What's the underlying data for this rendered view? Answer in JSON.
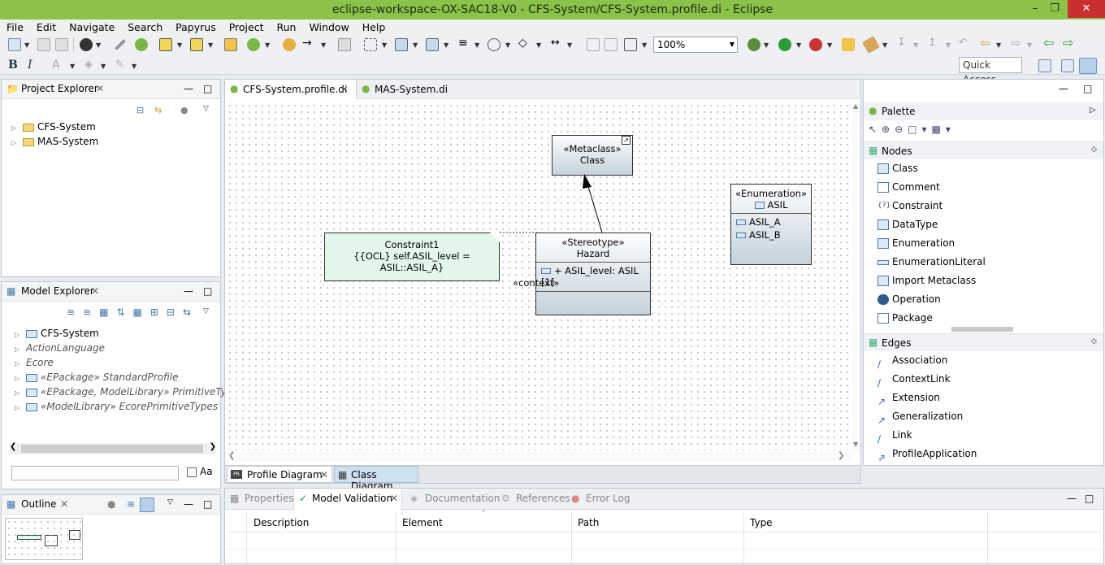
{
  "window": {
    "title": "eclipse-workspace-OX-SAC18-V0 - CFS-System/CFS-System.profile.di - Eclipse"
  },
  "menu": [
    "File",
    "Edit",
    "Navigate",
    "Search",
    "Papyrus",
    "Project",
    "Run",
    "Window",
    "Help"
  ],
  "toolbar": {
    "zoom": "100%",
    "quick_access": "Quick Access"
  },
  "project_explorer": {
    "title": "Project Explorer",
    "items": [
      "CFS-System",
      "MAS-System"
    ]
  },
  "model_explorer": {
    "title": "Model Explorer",
    "items": [
      "CFS-System",
      "ActionLanguage",
      "Ecore",
      "«EPackage» StandardProfile",
      "«EPackage, ModelLibrary» PrimitiveType",
      "«ModelLibrary» EcorePrimitiveTypes"
    ],
    "filter_label": "Aa"
  },
  "outline": {
    "title": "Outline"
  },
  "editor_tabs": [
    "CFS-System.profile.di",
    "MAS-System.di"
  ],
  "diagram": {
    "metaclass": {
      "stereotype": "«Metaclass»",
      "name": "Class"
    },
    "enumeration": {
      "stereotype": "«Enumeration»",
      "name": "ASIL",
      "literals": [
        "ASIL_A",
        "ASIL_B"
      ]
    },
    "constraint": {
      "name": "Constraint1",
      "body": "{{OCL} self.ASIL_level = ASIL::ASIL_A}"
    },
    "stereotype": {
      "stereotype": "«Stereotype»",
      "name": "Hazard",
      "attribute": "+ ASIL_level: ASIL [1]"
    },
    "context_label": "«context»"
  },
  "palette": {
    "title": "Palette",
    "nodes_title": "Nodes",
    "nodes": [
      "Class",
      "Comment",
      "Constraint",
      "DataType",
      "Enumeration",
      "EnumerationLiteral",
      "Import Metaclass",
      "Operation",
      "Package"
    ],
    "edges_title": "Edges",
    "edges": [
      "Association",
      "ContextLink",
      "Extension",
      "Generalization",
      "Link",
      "ProfileApplication"
    ]
  },
  "diagram_tabs": [
    "Profile Diagram",
    "Class Diagram"
  ],
  "bottom_tabs": [
    "Properties",
    "Model Validation",
    "Documentation",
    "References",
    "Error Log"
  ],
  "validation_columns": [
    "Description",
    "Element",
    "Path",
    "Type"
  ]
}
